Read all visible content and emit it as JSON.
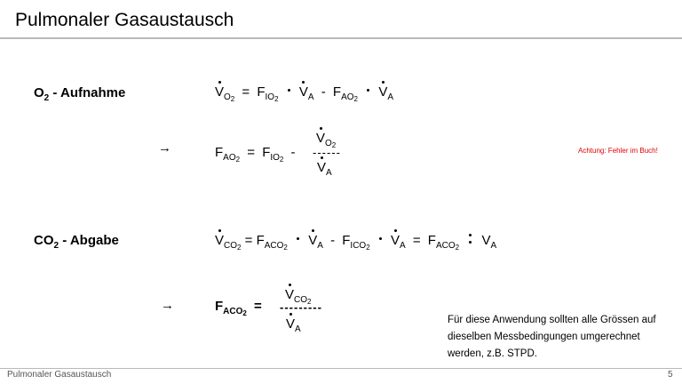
{
  "slide": {
    "title": "Pulmonaler Gasaustausch",
    "footer": "Pulmonaler Gasaustausch",
    "page_number": "5"
  },
  "o2": {
    "label_main": "O",
    "label_sub": "2",
    "label_rest": " - Aufnahme",
    "arrow": "→",
    "eq1": {
      "v": "V",
      "v_sub": "O",
      "v_subsub": "2",
      "eq": "=",
      "f1": "F",
      "f1_sub": "IO",
      "f1_subsub": "2",
      "va1": "V",
      "va1_sub": "A",
      "minus": "-",
      "f2": "F",
      "f2_sub": "AO",
      "f2_subsub": "2",
      "va2": "V",
      "va2_sub": "A"
    },
    "eq2": {
      "f": "F",
      "f_sub": "AO",
      "f_subsub": "2",
      "eq": "=",
      "fi": "F",
      "fi_sub": "IO",
      "fi_subsub": "2",
      "minus": "-",
      "num": "V",
      "num_sub": "O",
      "num_subsub": "2",
      "line": "------",
      "den": "V",
      "den_sub": "A"
    },
    "note": "Achtung: Fehler im Buch!"
  },
  "co2": {
    "label_main": "CO",
    "label_sub": "2",
    "label_rest": " - Abgabe",
    "arrow": "→",
    "eq1": {
      "v": "V",
      "v_sub": "CO",
      "v_subsub": "2",
      "eq": "=",
      "f1": "F",
      "f1_sub": "ACO",
      "f1_subsub": "2",
      "va1": "V",
      "va1_sub": "A",
      "minus": "-",
      "f2": "F",
      "f2_sub": "ICO",
      "f2_subsub": "2",
      "va2": "V",
      "va2_sub": "A",
      "eq2": "=",
      "f3": "F",
      "f3_sub": "ACO",
      "f3_subsub": "2",
      "va3": "V",
      "va3_sub": "A"
    },
    "eq2": {
      "f": "F",
      "f_sub": "ACO",
      "f_subsub": "2",
      "eq": "=",
      "num": "V",
      "num_sub": "CO",
      "num_subsub": "2",
      "line": "---------",
      "den": "V",
      "den_sub": "A"
    },
    "note": "Für diese Anwendung sollten alle Grössen auf dieselben Messbedingungen umgerechnet werden, z.B. STPD."
  }
}
